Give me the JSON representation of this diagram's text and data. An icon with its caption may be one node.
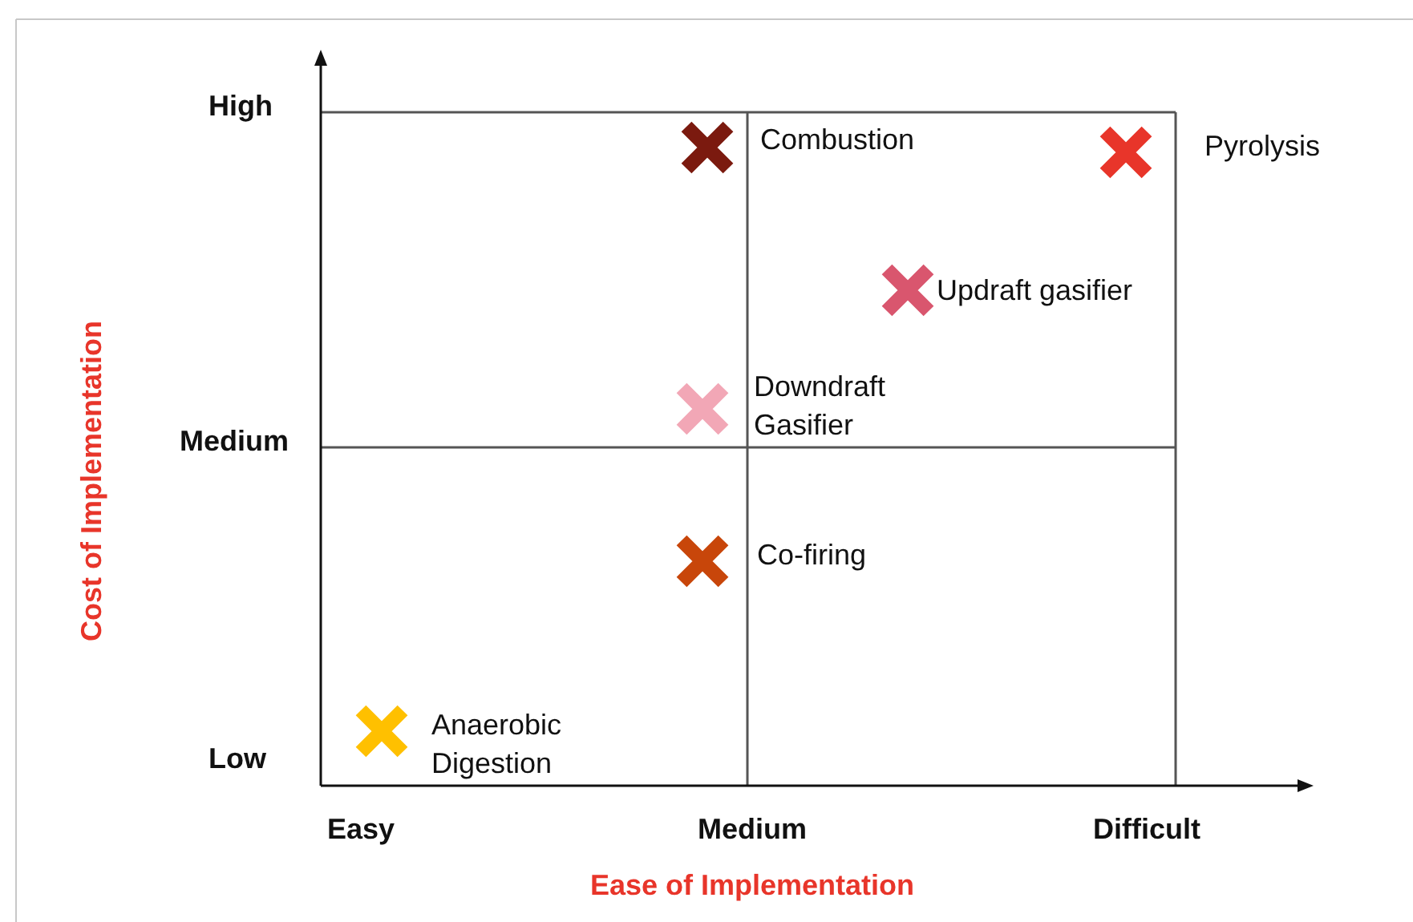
{
  "diagram": {
    "labels": [
      "High",
      "Combustion",
      "Pyrolysis",
      "Updraft gasifier",
      "Cost of Implementation",
      "Downdraft Gasifier",
      "Medium",
      "Co-firing",
      "Anaerobic Digestion",
      "Low",
      "Easy",
      "Medium",
      "Difficult",
      "Ease of Implementation"
    ]
  }
}
